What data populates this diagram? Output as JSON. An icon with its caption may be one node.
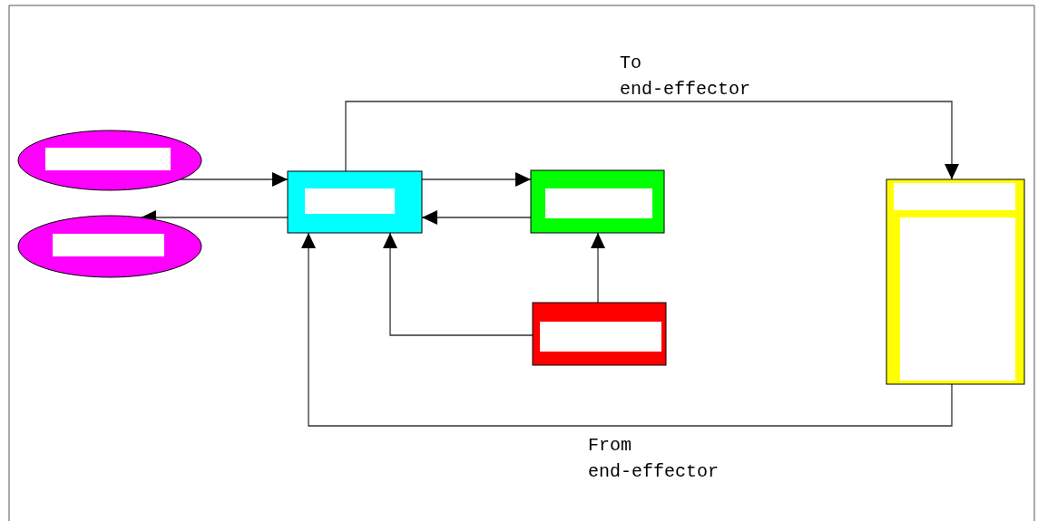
{
  "diagram": {
    "nodes": [
      {
        "text": [],
        "shape": "ellipse"
      },
      {
        "text": [],
        "shape": "ellipse"
      },
      {
        "text": [],
        "shape": "box"
      },
      {
        "text": [],
        "shape": "box"
      },
      {
        "text": [],
        "shape": "box"
      },
      {
        "text": [],
        "shape": "box"
      }
    ],
    "edges": [
      {
        "from": 0,
        "to": 2,
        "arrow": "to"
      },
      {
        "from": 2,
        "to": 1,
        "arrow": "to"
      },
      {
        "from": 2,
        "to": 3,
        "arrow": "to"
      },
      {
        "from": 3,
        "to": 2,
        "arrow": "to"
      },
      {
        "from": 4,
        "to": 3,
        "arrow": "to"
      },
      {
        "from": 4,
        "to": 2,
        "arrow": "to"
      },
      {
        "from": 2,
        "to": 5,
        "arrow": "to",
        "label": "To end-effector"
      },
      {
        "from": 5,
        "to": 2,
        "arrow": "to",
        "label": "From end-effector"
      }
    ]
  }
}
